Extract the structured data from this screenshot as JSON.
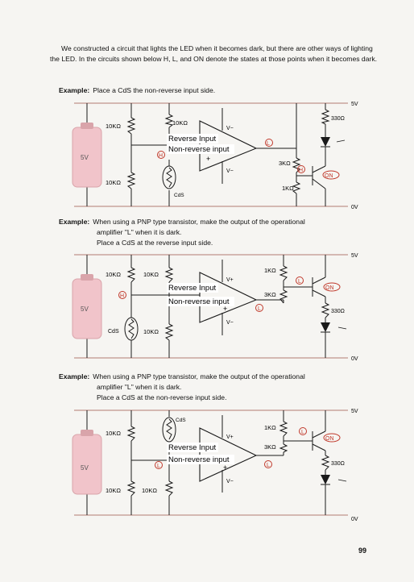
{
  "intro": "We constructed a circuit that lights the LED when it becomes dark, but there are other ways of lighting the LED. In the circuits shown below H, L, and ON denote the states at those points when it becomes dark.",
  "examples": [
    {
      "label": "Example:",
      "lines": [
        "Place a CdS the non-reverse input side."
      ]
    },
    {
      "label": "Example:",
      "lines": [
        "When using a PNP type transistor, make the output of the operational",
        "amplifier \"L\" when it is dark.",
        "Place a CdS at the reverse input side."
      ]
    },
    {
      "label": "Example:",
      "lines": [
        "When using a PNP type transistor, make the output of the operational",
        "amplifier \"L\" when it is dark.",
        "Place a CdS at the non-reverse input side."
      ]
    }
  ],
  "circuits": [
    {
      "v_top": "5V",
      "v_bot": "0V",
      "battery": "5V",
      "r_div_top": "10KΩ",
      "r_div_bot": "10KΩ",
      "r_ref": "10KΩ",
      "cds": "CdS",
      "rev_input": "Reverse Input",
      "nonrev_input": "Non-reverse input",
      "v_plus": "V−",
      "v_minus": "V−",
      "plus_sign": "+",
      "state_in": "H",
      "state_out": "L",
      "r_out": "3KΩ",
      "r_base": "1KΩ",
      "state_base": "H",
      "state_on": "ON",
      "r_led": "330Ω"
    },
    {
      "v_top": "5V",
      "v_bot": "0V",
      "battery": "5V",
      "r_div_top": "10KΩ",
      "r_ref_top": "10KΩ",
      "r_ref_bot": "10KΩ",
      "cds": "CdS",
      "rev_input": "Reverse Input",
      "nonrev_input": "Non-reverse input",
      "v_plus": "V+",
      "v_minus": "V−",
      "plus_sign": "+",
      "state_in": "H",
      "state_out": "L",
      "r_pull": "1KΩ",
      "r_out": "3KΩ",
      "state_base": "L",
      "state_on": "ON",
      "r_led": "330Ω"
    },
    {
      "v_top": "5V",
      "v_bot": "0V",
      "battery": "5V",
      "r_div_top": "10KΩ",
      "r_div_bot": "10KΩ",
      "r_ref_bot": "10KΩ",
      "cds": "CdS",
      "rev_input": "Reverse Input",
      "nonrev_input": "Non-reverse input",
      "v_plus": "V+",
      "v_minus": "V−",
      "plus_sign": "+",
      "state_in": "L",
      "state_out": "L",
      "r_pull": "1KΩ",
      "r_out": "3KΩ",
      "state_base": "L",
      "state_on": "ON",
      "r_led": "330Ω"
    }
  ],
  "page_number": "99",
  "colors": {
    "rail": "#c8a39c",
    "battery": "#f1c4ca",
    "battery_top": "#d9a4aa",
    "state": "#c0392b",
    "wire": "#1a1a1a"
  }
}
